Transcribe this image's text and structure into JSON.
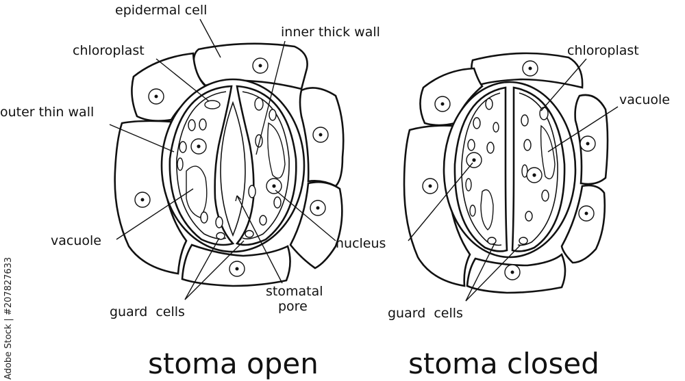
{
  "labels": {
    "epidermal_cell": "epidermal cell",
    "inner_thick_wall": "inner thick wall",
    "chloroplast_open": "chloroplast",
    "outer_thin_wall": "outer thin wall",
    "vacuole_open": "vacuole",
    "nucleus": "nucleus",
    "stomatal_pore_1": "stomatal",
    "stomatal_pore_2": "pore",
    "guard_cells_open": "guard  cells",
    "chloroplast_closed": "chloroplast",
    "vacuole_closed": "vacuole",
    "guard_cells_closed": "guard  cells"
  },
  "captions": {
    "open": "stoma open",
    "closed": "stoma closed"
  },
  "stock_id": "Adobe Stock | #207827633",
  "colors": {
    "line": "#111111",
    "background": "#ffffff"
  }
}
